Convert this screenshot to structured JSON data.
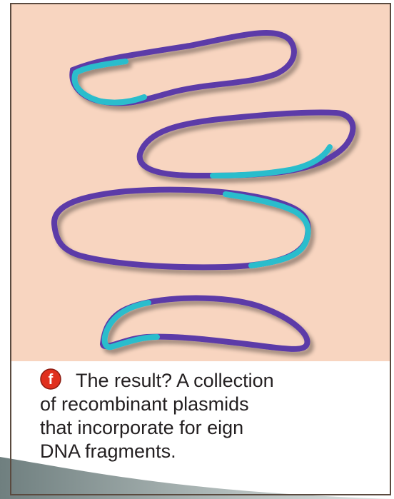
{
  "figure": {
    "step_letter": "f",
    "caption_lines": [
      "The result? A collection",
      "of recombinant plasmids",
      "that incorporate for eign",
      "DNA fragments."
    ]
  },
  "colors": {
    "panel_background": "#f8d5c0",
    "plasmid_vector_dna": "#5b3aa8",
    "plasmid_foreign_dna": "#2bbdcc",
    "step_badge": "#e0301e"
  },
  "plasmids": [
    {
      "id": 1,
      "foreign_segment": "left end"
    },
    {
      "id": 2,
      "foreign_segment": "lower right"
    },
    {
      "id": 3,
      "foreign_segment": "right end"
    },
    {
      "id": 4,
      "foreign_segment": "left end"
    }
  ]
}
